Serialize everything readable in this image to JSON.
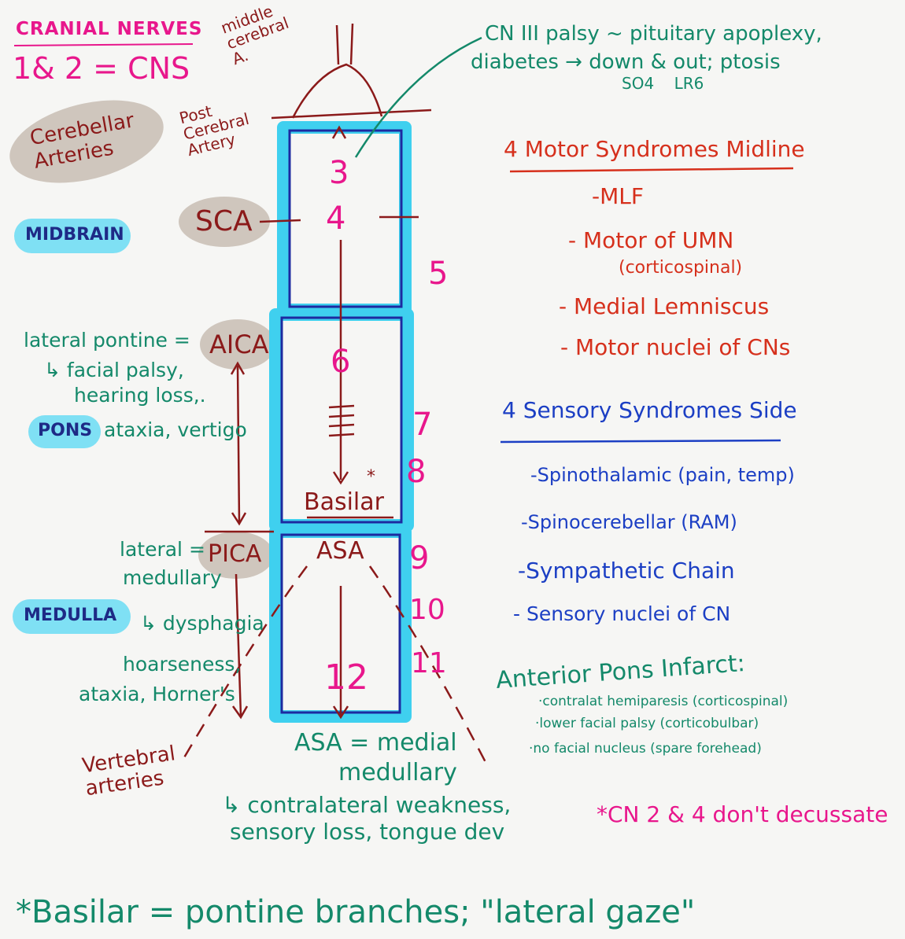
{
  "header": {
    "title": "CRANIAL NERVES",
    "subtitle": "1& 2 = CNS"
  },
  "regions": {
    "cerebellar_arteries": "Cerebellar Arteries",
    "midbrain": "MIDBRAIN",
    "pons": "PONS",
    "medulla": "MEDULLA"
  },
  "arteries": {
    "middle_cerebral": "middle cerebral A.",
    "post_cerebral": "Post Cerebral Artery",
    "sca": "SCA",
    "aica": "AICA",
    "pica": "PICA",
    "basilar": "Basilar",
    "asa": "ASA",
    "vertebral": "Vertebral arteries"
  },
  "nerve_numbers": {
    "n3": "3",
    "n4": "4",
    "n5": "5",
    "n6": "6",
    "n7": "7",
    "n8": "8",
    "n9": "9",
    "n10": "10",
    "n11": "11",
    "n12": "12"
  },
  "cn3_note": {
    "line1": "CN III palsy ~ pituitary apoplexy,",
    "line2": "diabetes → down & out; ptosis",
    "line3": "SO4    LR6"
  },
  "aica_note": {
    "line1": "lateral pontine =",
    "line2": "↳ facial palsy,",
    "line3": "hearing loss,.",
    "line4": "ataxia, vertigo"
  },
  "pica_note": {
    "line1": "lateral =",
    "line2": "medullary",
    "line3": "↳ dysphagia",
    "line4": "hoarseness,",
    "line5": "ataxia, Horner's"
  },
  "asa_note": {
    "line1": "ASA = medial",
    "line2": "medullary",
    "line3": "↳ contralateral weakness,",
    "line4": "sensory loss, tongue dev"
  },
  "motor": {
    "title": "4 Motor Syndromes Midline",
    "items": [
      "-MLF",
      "- Motor of UMN",
      "(corticospinal)",
      "- Medial Lemniscus",
      "- Motor nuclei of CNs"
    ]
  },
  "sensory": {
    "title": "4 Sensory Syndromes Side",
    "items": [
      "-Spinothalamic (pain, temp)",
      "-Spinocerebellar (RAM)",
      "-Sympathetic Chain",
      "- Sensory nuclei of CN"
    ]
  },
  "anterior_pons": {
    "title": "Anterior Pons Infarct:",
    "items": [
      "·contralat hemiparesis (corticospinal)",
      "·lower facial palsy (corticobulbar)",
      "·no facial nucleus (spare forehead)"
    ]
  },
  "cn_note": "*CN 2 & 4 don't decussate",
  "footer": "*Basilar = pontine branches; \"lateral gaze\"",
  "colors": {
    "pink": "#e8178c",
    "maroon": "#8b1a1a",
    "green": "#14896a",
    "red": "#d6301c",
    "blue": "#1c3fc4",
    "highlight_cyan": "#3fd0ef",
    "highlight_gray": "#cfc6bd",
    "box_outline": "#1d2aa0"
  }
}
